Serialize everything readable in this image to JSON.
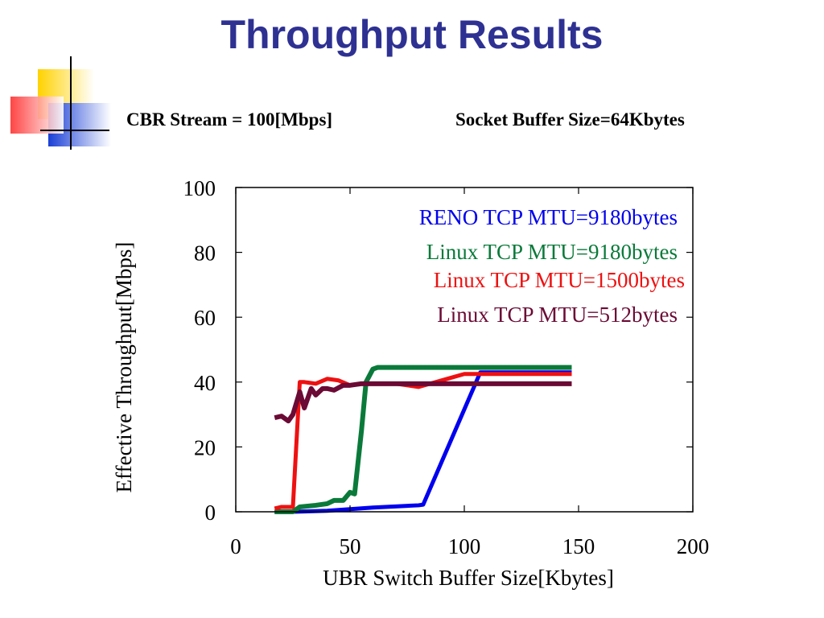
{
  "slide": {
    "title": "Throughput Results",
    "subtitle_left": "CBR Stream = 100[Mbps]",
    "subtitle_right": "Socket Buffer Size=64Kbytes"
  },
  "colors": {
    "title": "#2e3192",
    "reno": "#0000ee",
    "linux9180": "#0a7a3a",
    "linux1500": "#ee1111",
    "linux512": "#6b0a35"
  },
  "chart_data": {
    "type": "line",
    "title": "",
    "xlabel": "UBR Switch Buffer Size[Kbytes]",
    "ylabel": "Effective Throughput[Mbps]",
    "xlim": [
      0,
      200
    ],
    "ylim": [
      0,
      100
    ],
    "xticks": [
      0,
      50,
      100,
      150,
      200
    ],
    "yticks": [
      0,
      20,
      40,
      60,
      80,
      100
    ],
    "grid": false,
    "legend": "top-right",
    "series": [
      {
        "name": "RENO TCP MTU=9180bytes",
        "color": "#0000ee",
        "x": [
          17,
          25,
          40,
          60,
          80,
          82,
          107,
          147
        ],
        "y": [
          0,
          0,
          0.3,
          1.3,
          2,
          2.2,
          43,
          43
        ]
      },
      {
        "name": "Linux TCP MTU=9180bytes",
        "color": "#0a7a3a",
        "x": [
          17,
          22,
          25,
          28,
          35,
          40,
          43,
          47,
          50,
          52,
          55,
          57,
          60,
          62,
          65,
          147
        ],
        "y": [
          0,
          0,
          0,
          1.5,
          2,
          2.5,
          3.5,
          3.5,
          6,
          5.5,
          25,
          40,
          44,
          44.5,
          44.5,
          44.5
        ]
      },
      {
        "name": "Linux TCP MTU=1500bytes",
        "color": "#ee1111",
        "x": [
          17,
          20,
          25,
          28,
          30,
          35,
          40,
          45,
          50,
          55,
          60,
          70,
          80,
          90,
          100,
          147
        ],
        "y": [
          1,
          1.5,
          1.5,
          40,
          40,
          39.5,
          41,
          40.5,
          39,
          39.5,
          39.5,
          39.5,
          38.5,
          40.5,
          42.5,
          42.5
        ]
      },
      {
        "name": "Linux TCP MTU=512bytes",
        "color": "#6b0a35",
        "x": [
          17,
          20,
          23,
          25,
          28,
          30,
          33,
          35,
          38,
          40,
          43,
          47,
          50,
          55,
          60,
          147
        ],
        "y": [
          29,
          29.5,
          28,
          30,
          37,
          32,
          38,
          36,
          38,
          38,
          37.5,
          39,
          39,
          39.5,
          39.5,
          39.5
        ]
      }
    ]
  }
}
